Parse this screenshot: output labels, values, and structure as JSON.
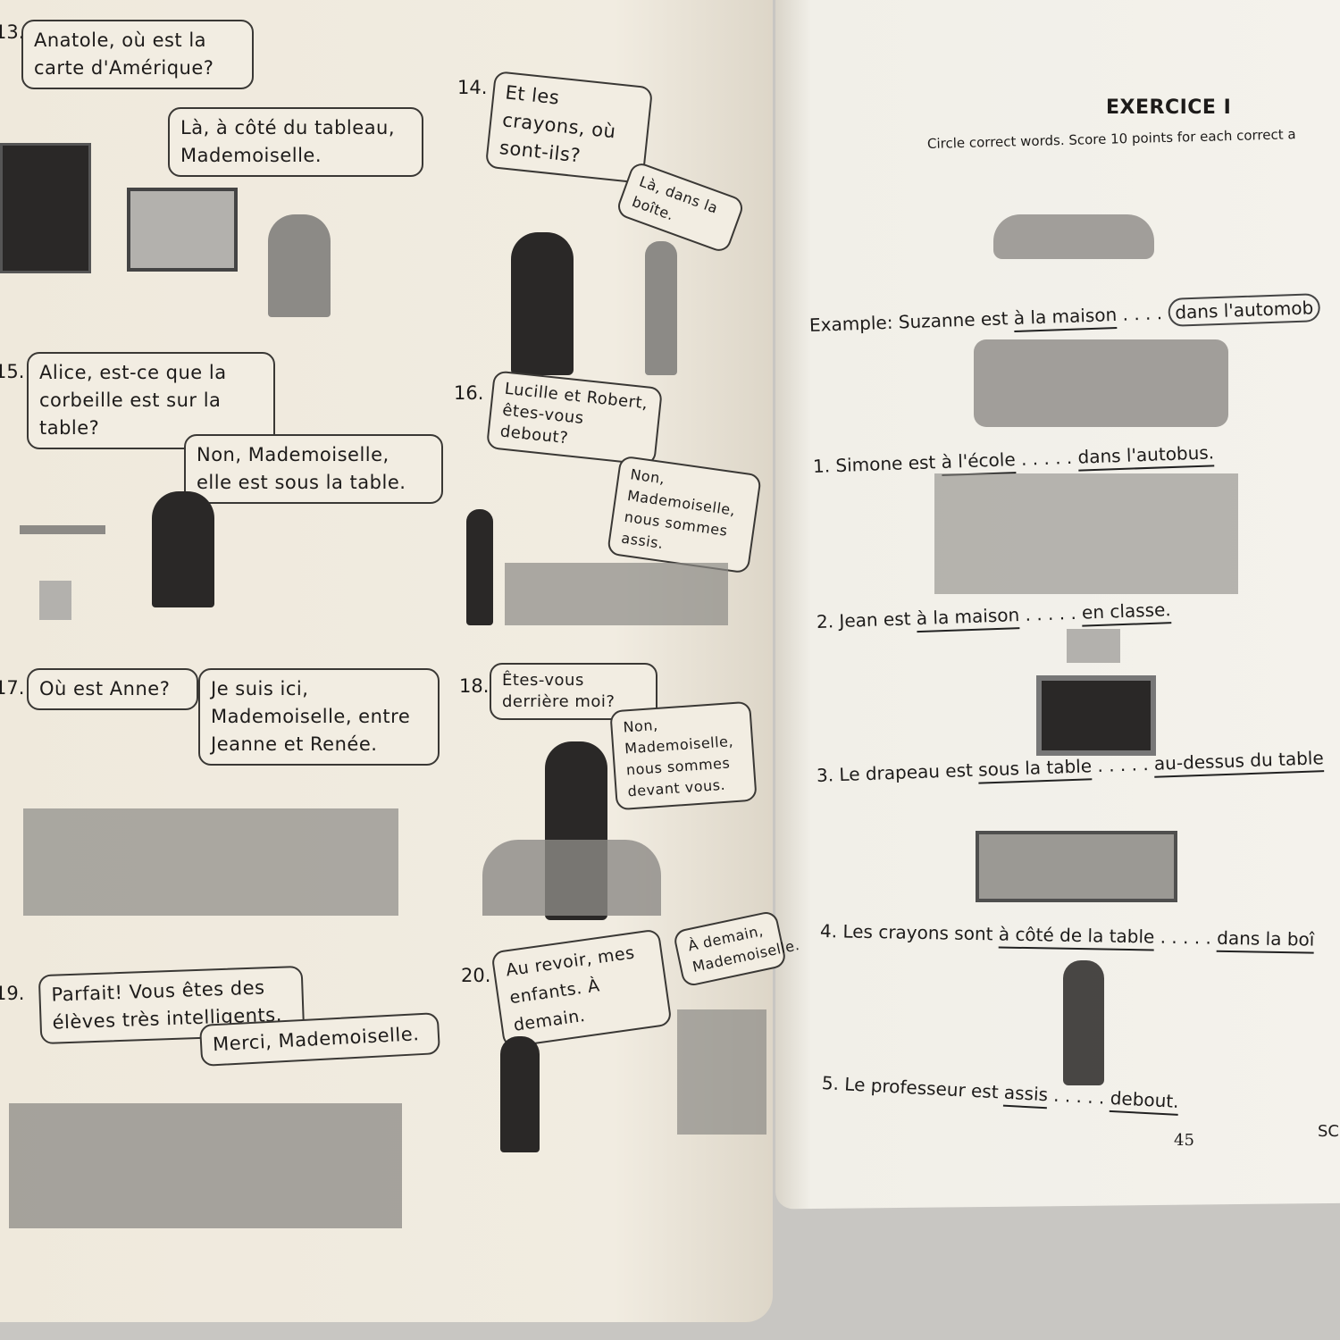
{
  "left_page": {
    "panels": [
      {
        "number": "13.",
        "bubbles": [
          "Anatole, où est la carte d'Amérique?",
          "Là, à côté du tableau, Mademoiselle."
        ]
      },
      {
        "number": "14.",
        "bubbles": [
          "Et les crayons, où sont-ils?",
          "Là, dans la boîte."
        ]
      },
      {
        "number": "15.",
        "bubbles": [
          "Alice, est-ce que la corbeille est sur la table?",
          "Non, Mademoiselle, elle est sous la table."
        ]
      },
      {
        "number": "16.",
        "bubbles": [
          "Lucille et Robert, êtes-vous debout?",
          "Non, Mademoiselle, nous sommes assis."
        ]
      },
      {
        "number": "17.",
        "bubbles": [
          "Où est Anne?",
          "Je suis ici, Mademoiselle, entre Jeanne et Renée."
        ]
      },
      {
        "number": "18.",
        "bubbles": [
          "Êtes-vous derrière moi?",
          "Non, Mademoiselle, nous sommes devant vous."
        ]
      },
      {
        "number": "19.",
        "bubbles": [
          "Parfait! Vous êtes des élèves très intelligents.",
          "Merci, Mademoiselle."
        ]
      },
      {
        "number": "20.",
        "bubbles": [
          "Au revoir, mes enfants. À demain.",
          "À demain, Mademoiselle."
        ]
      }
    ]
  },
  "right_page": {
    "title": "EXERCICE I",
    "instructions": "Circle correct words. Score 10 points for each correct a",
    "example": {
      "prefix": "Example: Suzanne est",
      "option_a": "à la maison",
      "dots": ". . . .",
      "option_b": "dans l'automob"
    },
    "items": [
      {
        "number": "1.",
        "prefix": "Simone est",
        "option_a": "à l'école",
        "dots": ". . . . .",
        "option_b": "dans l'autobus."
      },
      {
        "number": "2.",
        "prefix": "Jean est",
        "option_a": "à la maison",
        "dots": ". . . . .",
        "option_b": "en classe."
      },
      {
        "number": "3.",
        "prefix": "Le drapeau est",
        "option_a": "sous la table",
        "dots": ". . . . .",
        "option_b": "au-dessus du table"
      },
      {
        "number": "4.",
        "prefix": "Les crayons sont",
        "option_a": "à côté de la table",
        "dots": ". . . . .",
        "option_b": "dans la boî"
      },
      {
        "number": "5.",
        "prefix": "Le professeur est",
        "option_a": "assis",
        "dots": ". . . . .",
        "option_b": "debout."
      }
    ],
    "page_number": "45",
    "corner_text": "SC"
  }
}
